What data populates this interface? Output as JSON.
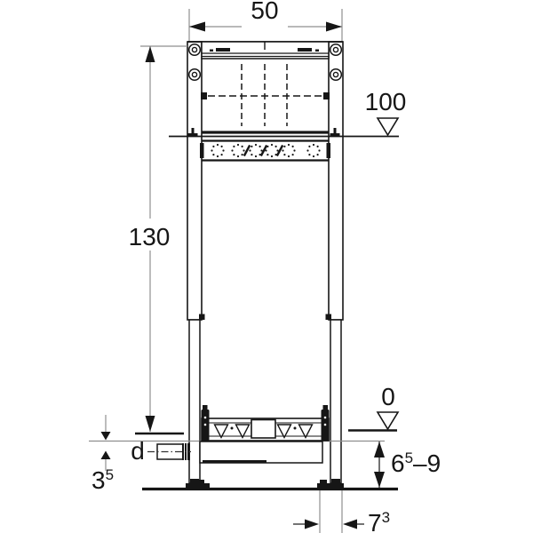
{
  "drawing": {
    "kind": "technical-installation-diagram",
    "labels": {
      "width_top": "50",
      "height_left": "130",
      "level_upper": "100",
      "level_zero": "0",
      "pipe_diameter": "d",
      "pipe_offset": {
        "base": "3",
        "sup": "5"
      },
      "floor_range": {
        "base": "6",
        "sup": "5",
        "tail": "–9"
      },
      "foot_depth": {
        "base": "7",
        "sup": "3"
      }
    },
    "colors": {
      "line": "#161616",
      "dimension_line": "#8f8f8f",
      "background": "#ffffff"
    }
  }
}
